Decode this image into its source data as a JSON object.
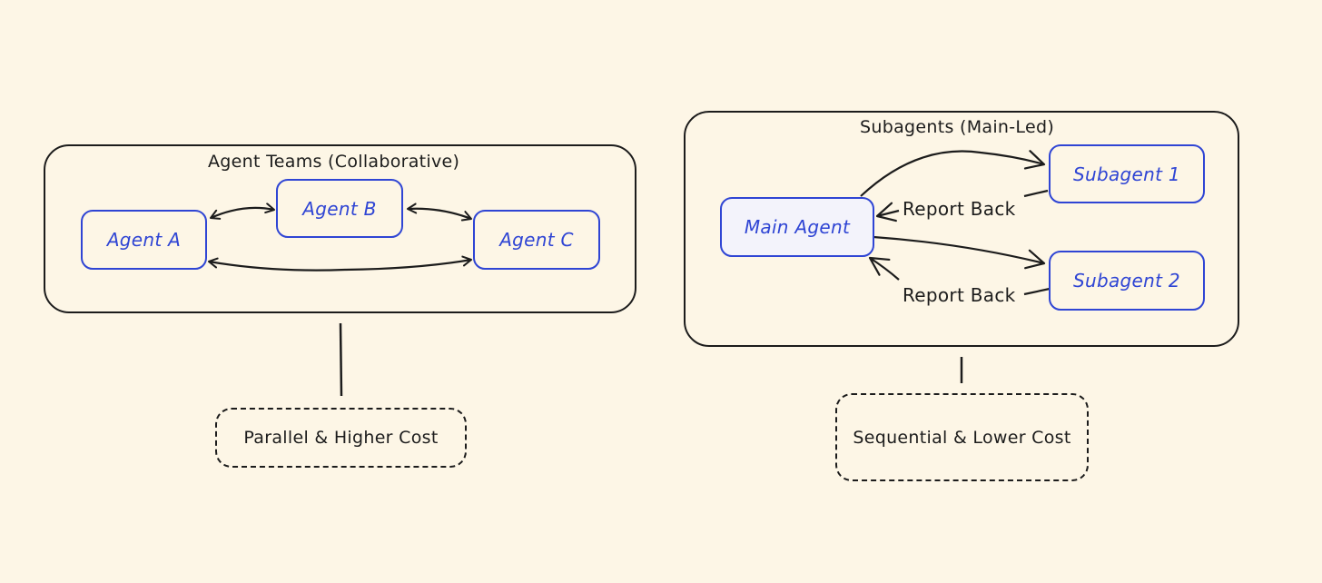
{
  "colors": {
    "background": "#fdf6e6",
    "ink": "#1c1c1c",
    "node_accent": "#2f45d4"
  },
  "agent_teams": {
    "title": "Agent Teams (Collaborative)",
    "agent_a": "Agent A",
    "agent_b": "Agent B",
    "agent_c": "Agent C",
    "note": "Parallel & Higher Cost"
  },
  "subagents": {
    "title": "Subagents (Main-Led)",
    "main_agent": "Main Agent",
    "subagent_1": "Subagent 1",
    "subagent_2": "Subagent 2",
    "report_back_1": "Report Back",
    "report_back_2": "Report Back",
    "note": "Sequential & Lower Cost"
  }
}
